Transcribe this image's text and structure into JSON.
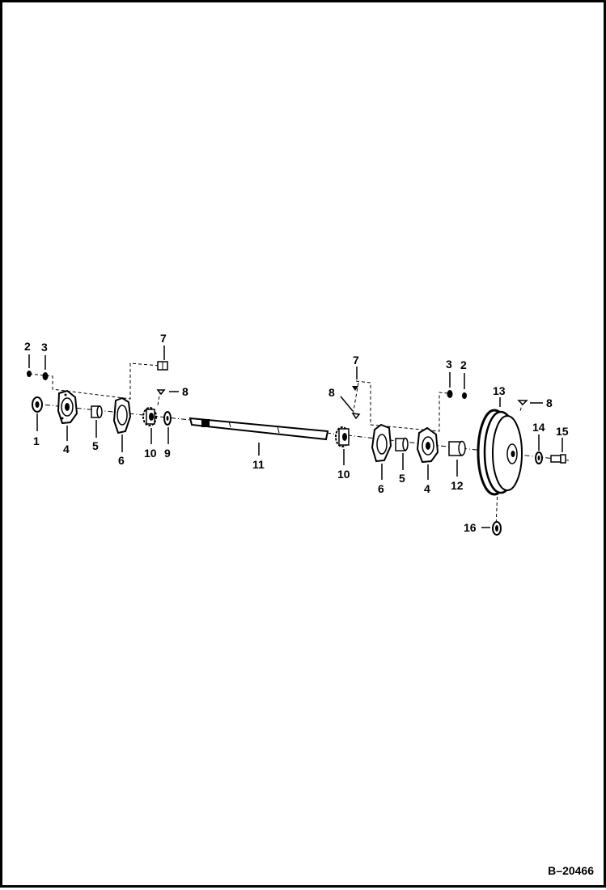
{
  "figure_id": "B–20466",
  "callouts": [
    {
      "id": "c1",
      "text": "1"
    },
    {
      "id": "c2a",
      "text": "2"
    },
    {
      "id": "c3a",
      "text": "3"
    },
    {
      "id": "c4a",
      "text": "4"
    },
    {
      "id": "c5a",
      "text": "5"
    },
    {
      "id": "c6a",
      "text": "6"
    },
    {
      "id": "c7a",
      "text": "7"
    },
    {
      "id": "c8a",
      "text": "8"
    },
    {
      "id": "c10a",
      "text": "10"
    },
    {
      "id": "c9",
      "text": "9"
    },
    {
      "id": "c11",
      "text": "11"
    },
    {
      "id": "c7b",
      "text": "7"
    },
    {
      "id": "c8b",
      "text": "8"
    },
    {
      "id": "c10b",
      "text": "10"
    },
    {
      "id": "c6b",
      "text": "6"
    },
    {
      "id": "c5b",
      "text": "5"
    },
    {
      "id": "c4b",
      "text": "4"
    },
    {
      "id": "c3b",
      "text": "3"
    },
    {
      "id": "c2b",
      "text": "2"
    },
    {
      "id": "c12",
      "text": "12"
    },
    {
      "id": "c13",
      "text": "13"
    },
    {
      "id": "c8c",
      "text": "8"
    },
    {
      "id": "c14",
      "text": "14"
    },
    {
      "id": "c15",
      "text": "15"
    },
    {
      "id": "c16",
      "text": "16"
    }
  ]
}
